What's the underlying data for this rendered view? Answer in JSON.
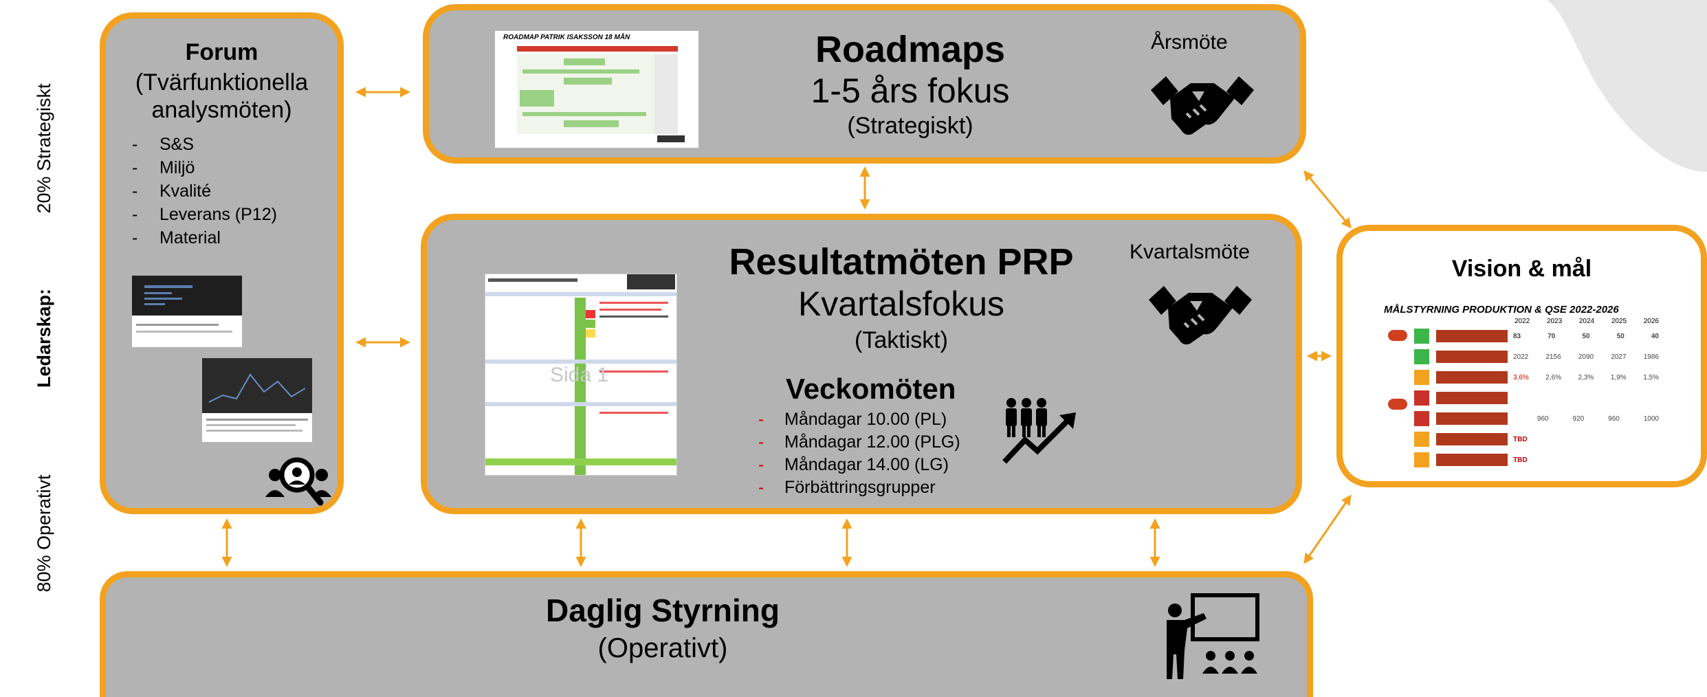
{
  "side_labels": {
    "strategic": "20% Strategiskt",
    "leadership": "Ledarskap:",
    "operative": "80% Operativt"
  },
  "forum": {
    "title": "Forum",
    "subtitle": "(Tvärfunktionella analysmöten)",
    "items": [
      "S&S",
      "Miljö",
      "Kvalité",
      "Leverans (P12)",
      "Material"
    ],
    "icon": "people-search-icon"
  },
  "roadmaps": {
    "title": "Roadmaps",
    "subtitle": "1-5 års fokus",
    "note": "(Strategiskt)",
    "meeting": "Årsmöte",
    "thumbnail_title": "ROADMAP PATRIK ISAKSSON 18 MÅN",
    "icon": "handshake-icon"
  },
  "results": {
    "title": "Resultatmöten PRP",
    "subtitle": "Kvartalsfokus",
    "note": "(Taktiskt)",
    "meeting": "Kvartalsmöte",
    "thumbnail_watermark": "Sida 1",
    "icon": "handshake-icon"
  },
  "weekly": {
    "title": "Veckomöten",
    "items": [
      "Måndagar 10.00 (PL)",
      "Måndagar 12.00 (PLG)",
      "Måndagar 14.00 (LG)",
      "Förbättringsgrupper"
    ],
    "icon": "team-growth-icon"
  },
  "vision": {
    "title": "Vision & mål",
    "table_title": "MÅLSTYRNING PRODUKTION & QSE 2022-2026",
    "years": [
      "2022",
      "2023",
      "2024",
      "2025",
      "2026"
    ],
    "rows": [
      [
        "83",
        "70",
        "50",
        "50",
        "40"
      ],
      [
        "2022",
        "2156",
        "2090",
        "2027",
        "1986"
      ],
      [
        "3,6%",
        "2,6%",
        "2,3%",
        "1,9%",
        "1,5%"
      ],
      [
        "",
        "",
        "",
        "",
        ""
      ],
      [
        "",
        "960",
        "920",
        "960",
        "1000"
      ],
      [
        "TBD",
        "",
        "",
        "",
        ""
      ],
      [
        "TBD",
        "",
        "",
        "",
        ""
      ]
    ]
  },
  "daily": {
    "title": "Daglig Styrning",
    "note": "(Operativt)",
    "icon": "teacher-board-icon"
  },
  "colors": {
    "accent": "#f2a21f",
    "box_fill": "#b3b3b3",
    "red": "#c00000"
  }
}
